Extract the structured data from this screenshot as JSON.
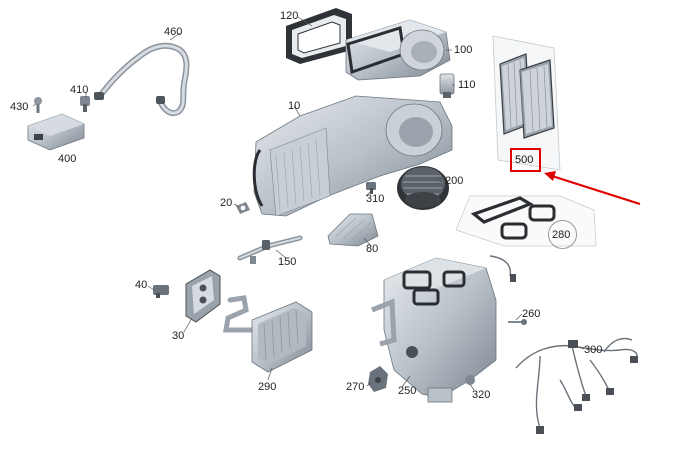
{
  "diagram": {
    "highlight_color": "#e00000",
    "part_color": "#b9c1c9",
    "part_shadow": "#6d767f",
    "dark_color": "#2a2d31",
    "highlighted_part": "500",
    "callouts": {
      "p120": "120",
      "p460": "460",
      "p100": "100",
      "p410": "410",
      "p430": "430",
      "p110": "110",
      "p10": "10",
      "p400": "400",
      "p500": "500",
      "p200": "200",
      "p20": "20",
      "p310": "310",
      "p80": "80",
      "p280": "280",
      "p150": "150",
      "p40": "40",
      "p260": "260",
      "p30": "30",
      "p300": "300",
      "p270": "270",
      "p250": "250",
      "p320": "320",
      "p290": "290"
    }
  }
}
